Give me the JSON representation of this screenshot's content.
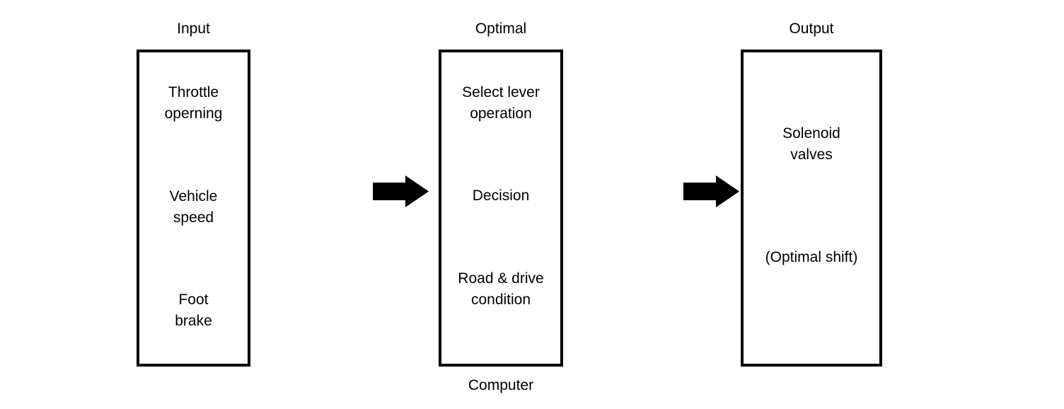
{
  "colors": {
    "ink": "#000000",
    "background": "#ffffff"
  },
  "diagram": {
    "input_column": {
      "top_label": "Input",
      "items": [
        "Throttle\noperning",
        "Vehicle\nspeed",
        "Foot\nbrake"
      ]
    },
    "computer_column": {
      "top_label": "Optimal",
      "bottom_label": "Computer",
      "items": [
        "Select lever\noperation",
        "Decision",
        "Road & drive\ncondition"
      ]
    },
    "output_column": {
      "top_label": "Output",
      "items": [
        "Solenoid\nvalves",
        "(Optimal shift)"
      ]
    },
    "arrows": [
      {
        "name": "input-to-computer",
        "direction": "right"
      },
      {
        "name": "computer-to-output",
        "direction": "right"
      }
    ]
  }
}
